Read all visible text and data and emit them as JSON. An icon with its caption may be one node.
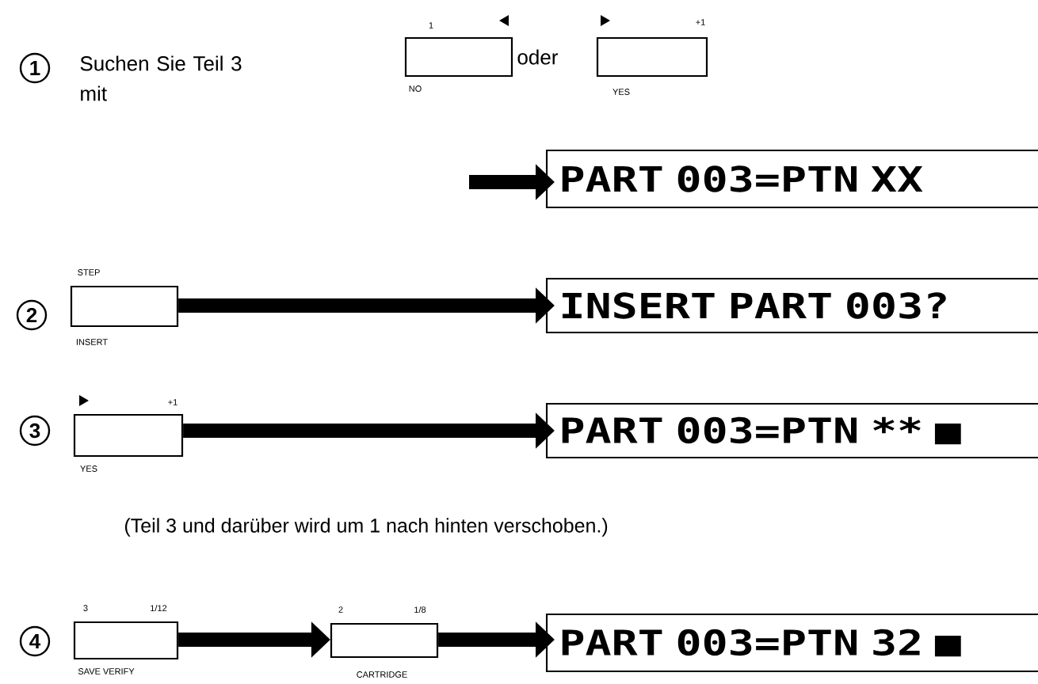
{
  "diagram": {
    "nodes": [
      {
        "text": [
          "1",
          "NO"
        ]
      },
      {
        "text": [
          "+1",
          "YES"
        ]
      },
      {
        "text": [
          "PART 003=PTN XX"
        ]
      },
      {
        "text": [
          "STEP",
          "INSERT"
        ]
      },
      {
        "text": [
          "INSERT PART 003?"
        ]
      },
      {
        "text": [
          "+1",
          "YES"
        ]
      },
      {
        "text": [
          "PART 003=PTN ** ■"
        ]
      },
      {
        "text": [
          "3",
          "1/12",
          "SAVE VERIFY"
        ]
      },
      {
        "text": [
          "2",
          "1/8",
          "CARTRIDGE"
        ]
      },
      {
        "text": [
          "PART 003=PTN 32 ■"
        ]
      }
    ],
    "edges": [
      {
        "from": null,
        "to": 2,
        "arrow": "to"
      },
      {
        "from": 3,
        "to": 4,
        "arrow": "to"
      },
      {
        "from": 5,
        "to": 6,
        "arrow": "to"
      },
      {
        "from": 7,
        "to": 8,
        "arrow": "to"
      },
      {
        "from": 8,
        "to": 9,
        "arrow": "to"
      }
    ],
    "labels": [
      "1",
      "Suchen Sie Teil 3 mit",
      "oder",
      "2",
      "3",
      "(Teil 3 und darüber wird um 1 nach hinten verschoben.)",
      "4"
    ]
  }
}
